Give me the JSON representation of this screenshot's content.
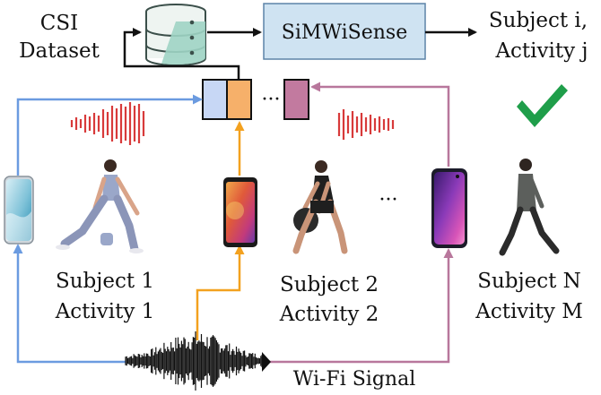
{
  "dataset_label_line1": "CSI",
  "dataset_label_line2": "Dataset",
  "model_label": "SiMWiSense",
  "output_line1": "Subject i,",
  "output_line2": "Activity j",
  "ellipsis": "···",
  "subjects": [
    {
      "subject": "Subject 1",
      "activity": "Activity 1"
    },
    {
      "subject": "Subject 2",
      "activity": "Activity 2"
    },
    {
      "subject": "Subject N",
      "activity": "Activity M"
    }
  ],
  "signal_label": "Wi-Fi Signal",
  "colors": {
    "blue": "#6b9be0",
    "orange": "#f3a11f",
    "mauve": "#b8779c",
    "model_fill": "#cfe3f2",
    "model_stroke": "#5d84a8",
    "waveform_red": "#d83a3a",
    "check_green": "#1f9e4a",
    "cell_blue": "#c7d7f5",
    "cell_orange": "#f6b06a",
    "cell_mauve": "#c27a9f"
  },
  "icons": [
    "database-icon",
    "check-icon",
    "phone-icon",
    "person-icon",
    "waveform-icon"
  ]
}
